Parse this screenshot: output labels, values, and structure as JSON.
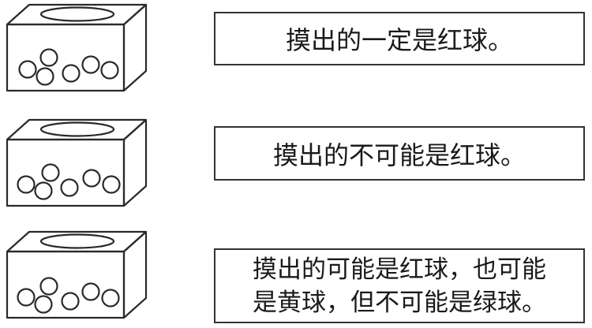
{
  "rows": [
    {
      "balls": 6,
      "statement": "摸出的一定是红球。"
    },
    {
      "balls": 6,
      "statement": "摸出的不可能是红球。"
    },
    {
      "balls": 6,
      "statement_lines": [
        "摸出的可能是红球，也可能",
        "是黄球，但不可能是绿球。"
      ]
    }
  ]
}
